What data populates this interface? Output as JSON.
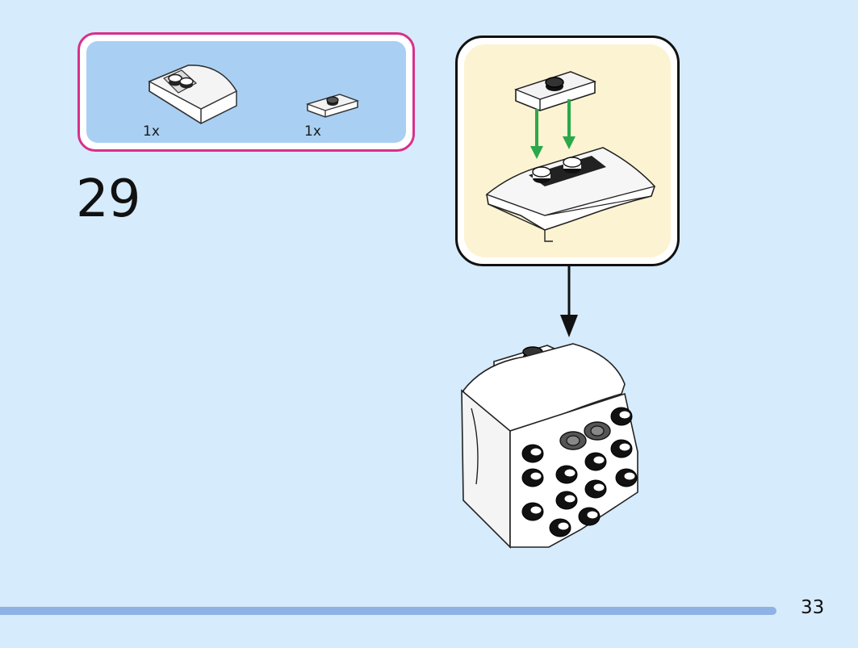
{
  "parts_list": {
    "items": [
      {
        "qty": "1x",
        "part": "curved-slope-brick"
      },
      {
        "qty": "1x",
        "part": "plate-1x2-with-center-stud"
      }
    ]
  },
  "step": {
    "number": "29"
  },
  "page": {
    "number": "33"
  },
  "colors": {
    "parts_border": "#d8308a",
    "parts_fill": "#a9d0f3",
    "callout_fill": "#fcf3d2",
    "arrow_green": "#2aa84a",
    "background": "#d6ebfb",
    "page_bar": "#8eb2e6"
  }
}
